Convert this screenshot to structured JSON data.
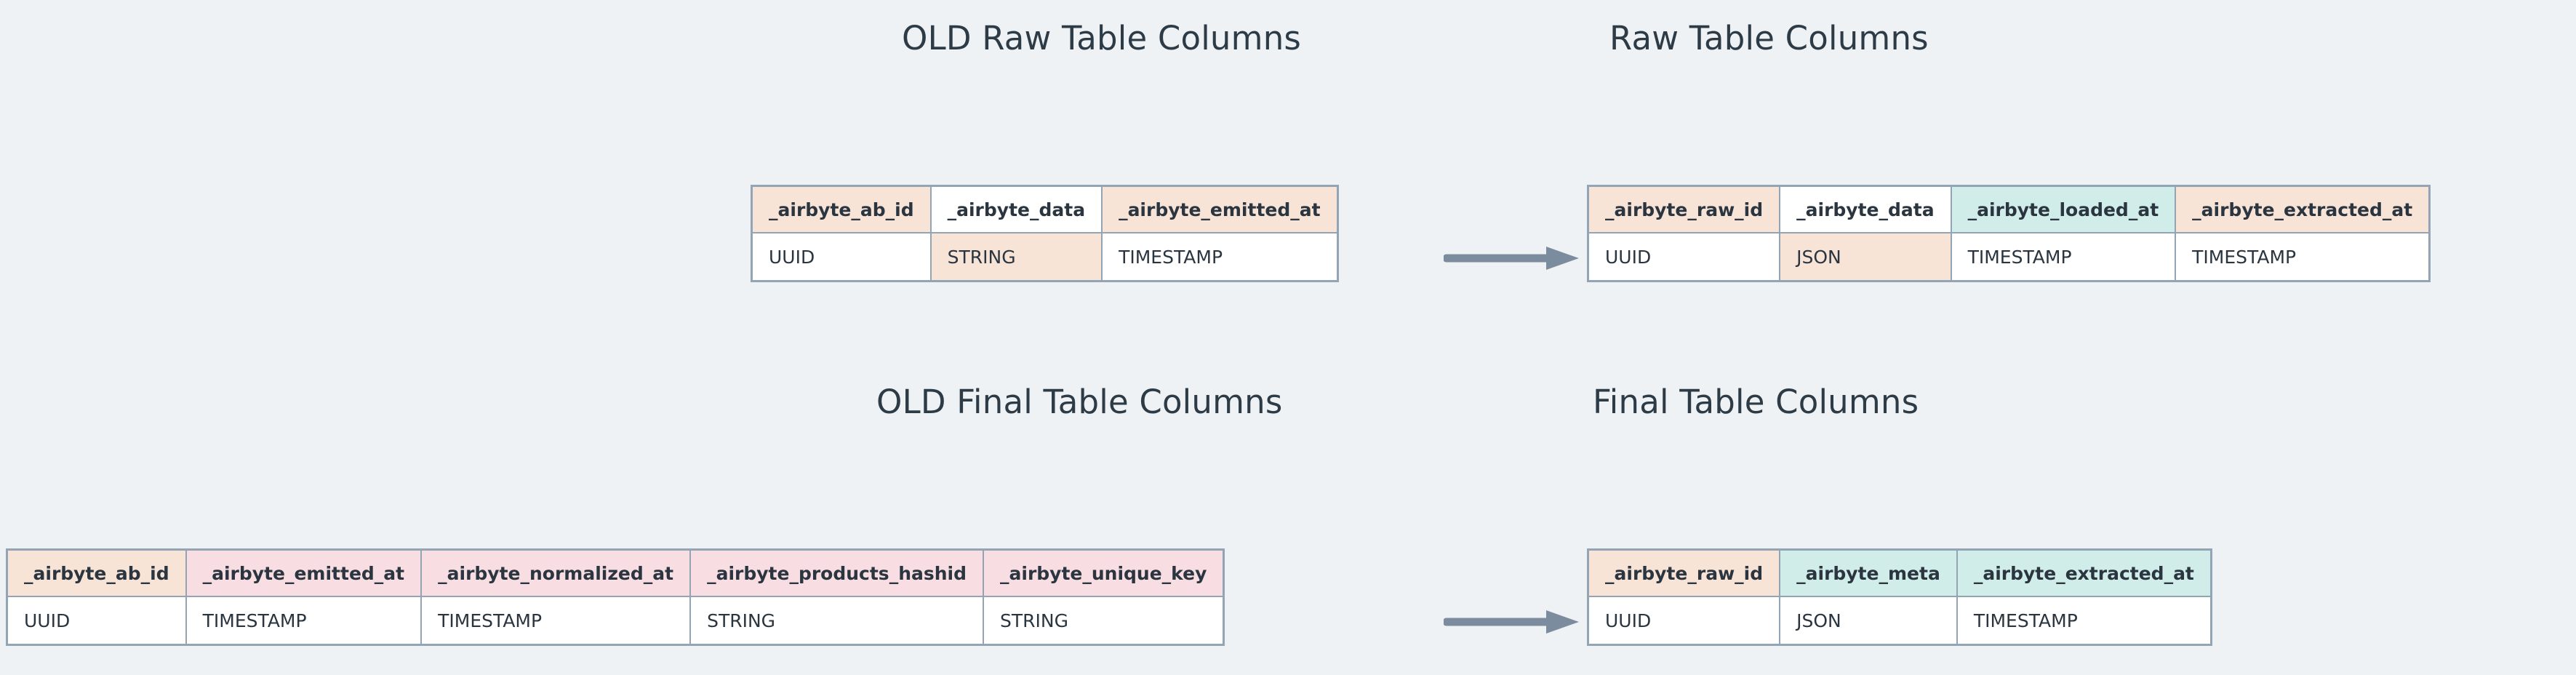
{
  "background_color": "#eff2f5",
  "palette": {
    "peach": "#f8e3d7",
    "teal": "#d1ede9",
    "pink": "#f8dee2",
    "white": "#ffffff",
    "border": "#93a4b5",
    "text": "#2a3540",
    "arrow": "#7a8c9e"
  },
  "sections": {
    "raw": {
      "old_title": "OLD Raw Table Columns",
      "new_title": "Raw Table Columns",
      "arrow_label": "transforms-to-arrow",
      "old_table": {
        "headers": [
          {
            "label": "_airbyte_ab_id",
            "fill": "peach"
          },
          {
            "label": "_airbyte_data",
            "fill": "white"
          },
          {
            "label": "_airbyte_emitted_at",
            "fill": "peach"
          }
        ],
        "types": [
          {
            "label": "UUID",
            "fill": "white"
          },
          {
            "label": "STRING",
            "fill": "peach"
          },
          {
            "label": "TIMESTAMP",
            "fill": "white"
          }
        ]
      },
      "new_table": {
        "headers": [
          {
            "label": "_airbyte_raw_id",
            "fill": "peach"
          },
          {
            "label": "_airbyte_data",
            "fill": "white"
          },
          {
            "label": "_airbyte_loaded_at",
            "fill": "teal"
          },
          {
            "label": "_airbyte_extracted_at",
            "fill": "peach"
          }
        ],
        "types": [
          {
            "label": "UUID",
            "fill": "white"
          },
          {
            "label": "JSON",
            "fill": "peach"
          },
          {
            "label": "TIMESTAMP",
            "fill": "white"
          },
          {
            "label": "TIMESTAMP",
            "fill": "white"
          }
        ]
      }
    },
    "final": {
      "old_title": "OLD Final Table Columns",
      "new_title": "Final Table Columns",
      "arrow_label": "transforms-to-arrow",
      "old_table": {
        "headers": [
          {
            "label": "_airbyte_ab_id",
            "fill": "peach"
          },
          {
            "label": "_airbyte_emitted_at",
            "fill": "pink"
          },
          {
            "label": "_airbyte_normalized_at",
            "fill": "pink"
          },
          {
            "label": "_airbyte_products_hashid",
            "fill": "pink"
          },
          {
            "label": "_airbyte_unique_key",
            "fill": "pink"
          }
        ],
        "types": [
          {
            "label": "UUID",
            "fill": "white"
          },
          {
            "label": "TIMESTAMP",
            "fill": "white"
          },
          {
            "label": "TIMESTAMP",
            "fill": "white"
          },
          {
            "label": "STRING",
            "fill": "white"
          },
          {
            "label": "STRING",
            "fill": "white"
          }
        ]
      },
      "new_table": {
        "headers": [
          {
            "label": "_airbyte_raw_id",
            "fill": "peach"
          },
          {
            "label": "_airbyte_meta",
            "fill": "teal"
          },
          {
            "label": "_airbyte_extracted_at",
            "fill": "teal"
          }
        ],
        "types": [
          {
            "label": "UUID",
            "fill": "white"
          },
          {
            "label": "JSON",
            "fill": "white"
          },
          {
            "label": "TIMESTAMP",
            "fill": "white"
          }
        ]
      }
    }
  }
}
